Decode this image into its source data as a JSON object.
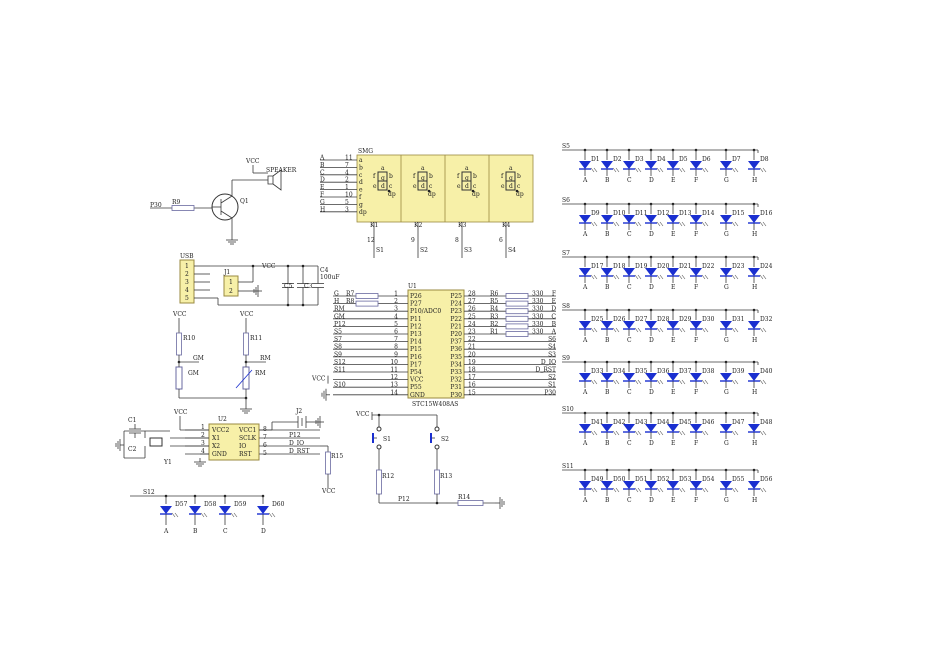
{
  "colors": {
    "wire": "#3a3a3a",
    "net_label": "#7a2a2a",
    "chip_fill": "#f7f0a8",
    "chip_stroke": "#9a8a40",
    "led": "#1a2fd0"
  },
  "segment_display": {
    "ref": "SMG",
    "nets": [
      "A",
      "B",
      "C",
      "D",
      "E",
      "F",
      "G",
      "H"
    ],
    "pin_numbers": [
      "11",
      "7",
      "4",
      "2",
      "1",
      "10",
      "5",
      "3"
    ],
    "segments": [
      "a",
      "b",
      "c",
      "d",
      "e",
      "f",
      "g",
      "dp"
    ],
    "digits": [
      {
        "common": "K1",
        "pin": "12",
        "net": "S1"
      },
      {
        "common": "K2",
        "pin": "9",
        "net": "S2"
      },
      {
        "common": "K3",
        "pin": "8",
        "net": "S3"
      },
      {
        "common": "K4",
        "pin": "6",
        "net": "S4"
      }
    ],
    "digit_segment_labels": [
      "a",
      "b",
      "c",
      "d",
      "e",
      "f",
      "g",
      "dp"
    ]
  },
  "speaker_circuit": {
    "vcc": "VCC",
    "speaker": "SPEAKER",
    "transistor": "Q1",
    "resistor": "R9",
    "input_net": "P30"
  },
  "power": {
    "usb": "USB",
    "usb_pins": [
      "1",
      "2",
      "3",
      "4",
      "5"
    ],
    "jumper": "J1",
    "jumper_pins": [
      "1",
      "2"
    ],
    "vcc": "VCC",
    "caps": [
      "C5",
      "C3",
      "C4"
    ],
    "c4_value": "100uF"
  },
  "sensors": {
    "vcc": "VCC",
    "r10": "R10",
    "r11": "R11",
    "gm_net": "GM",
    "rm_net": "RM",
    "gm_part": "GM",
    "rm_part": "RM"
  },
  "rtc": {
    "ref": "U2",
    "vcc": "VCC",
    "left_pins": [
      {
        "num": "1",
        "name": "VCC2"
      },
      {
        "num": "2",
        "name": "X1"
      },
      {
        "num": "3",
        "name": "X2"
      },
      {
        "num": "4",
        "name": "GND"
      }
    ],
    "right_pins": [
      {
        "num": "8",
        "name": "VCC1",
        "net": ""
      },
      {
        "num": "7",
        "name": "SCLK",
        "net": "P12"
      },
      {
        "num": "6",
        "name": "IO",
        "net": "D_IO"
      },
      {
        "num": "5",
        "name": "RST",
        "net": "D_RST"
      }
    ],
    "c1": "C1",
    "c2": "C2",
    "crystal": "Y1",
    "battery": "J2",
    "r15": "R15",
    "r15_vcc": "VCC"
  },
  "mcu": {
    "ref": "U1",
    "part": "STC15W408AS",
    "left": [
      {
        "num": "1",
        "name": "P26",
        "net": "G",
        "res": "R7"
      },
      {
        "num": "2",
        "name": "P27",
        "net": "H",
        "res": "R8"
      },
      {
        "num": "3",
        "name": "P10/ADC0",
        "net": "RM"
      },
      {
        "num": "4",
        "name": "P11",
        "net": "GM"
      },
      {
        "num": "5",
        "name": "P12",
        "net": "P12"
      },
      {
        "num": "6",
        "name": "P13",
        "net": "S5"
      },
      {
        "num": "7",
        "name": "P14",
        "net": "S7"
      },
      {
        "num": "8",
        "name": "P15",
        "net": "S8"
      },
      {
        "num": "9",
        "name": "P16",
        "net": "S9"
      },
      {
        "num": "10",
        "name": "P17",
        "net": "S12"
      },
      {
        "num": "11",
        "name": "P54",
        "net": "S11"
      },
      {
        "num": "12",
        "name": "VCC",
        "net": "VCC"
      },
      {
        "num": "13",
        "name": "P55",
        "net": "S10"
      },
      {
        "num": "14",
        "name": "GND",
        "net": ""
      }
    ],
    "right": [
      {
        "num": "28",
        "name": "P25",
        "net": "F",
        "res": "R6",
        "val": "330"
      },
      {
        "num": "27",
        "name": "P24",
        "net": "E",
        "res": "R5",
        "val": "330"
      },
      {
        "num": "26",
        "name": "P23",
        "net": "D",
        "res": "R4",
        "val": "330"
      },
      {
        "num": "25",
        "name": "P22",
        "net": "C",
        "res": "R3",
        "val": "330"
      },
      {
        "num": "24",
        "name": "P21",
        "net": "B",
        "res": "R2",
        "val": "330"
      },
      {
        "num": "23",
        "name": "P20",
        "net": "A",
        "res": "R1",
        "val": "330"
      },
      {
        "num": "22",
        "name": "P37",
        "net": "S6"
      },
      {
        "num": "21",
        "name": "P36",
        "net": "S4"
      },
      {
        "num": "20",
        "name": "P35",
        "net": "S3"
      },
      {
        "num": "19",
        "name": "P34",
        "net": "D_IO"
      },
      {
        "num": "18",
        "name": "P33",
        "net": "D_RST"
      },
      {
        "num": "17",
        "name": "P32",
        "net": "S2"
      },
      {
        "num": "16",
        "name": "P31",
        "net": "S1"
      },
      {
        "num": "15",
        "name": "P30",
        "net": "P30"
      }
    ]
  },
  "buttons": {
    "vcc": "VCC",
    "s1": "S1",
    "s2": "S2",
    "r12": "R12",
    "r13": "R13",
    "r14": "R14",
    "net": "P12"
  },
  "led_matrix": {
    "columns": [
      "A",
      "B",
      "C",
      "D",
      "E",
      "F",
      "G",
      "H"
    ],
    "rows": [
      {
        "net": "S5",
        "leds": [
          "D1",
          "D2",
          "D3",
          "D4",
          "D5",
          "D6",
          "D7",
          "D8"
        ]
      },
      {
        "net": "S6",
        "leds": [
          "D9",
          "D10",
          "D11",
          "D12",
          "D13",
          "D14",
          "D15",
          "D16"
        ]
      },
      {
        "net": "S7",
        "leds": [
          "D17",
          "D18",
          "D19",
          "D20",
          "D21",
          "D22",
          "D23",
          "D24"
        ]
      },
      {
        "net": "S8",
        "leds": [
          "D25",
          "D26",
          "D27",
          "D28",
          "D29",
          "D30",
          "D31",
          "D32"
        ]
      },
      {
        "net": "S9",
        "leds": [
          "D33",
          "D34",
          "D35",
          "D36",
          "D37",
          "D38",
          "D39",
          "D40"
        ]
      },
      {
        "net": "S10",
        "leds": [
          "D41",
          "D42",
          "D43",
          "D44",
          "D45",
          "D46",
          "D47",
          "D48"
        ]
      },
      {
        "net": "S11",
        "leds": [
          "D49",
          "D50",
          "D51",
          "D52",
          "D53",
          "D54",
          "D55",
          "D56"
        ]
      }
    ]
  },
  "extra_leds": {
    "net": "S12",
    "leds": [
      "D57",
      "D58",
      "D59",
      "D60"
    ],
    "columns": [
      "A",
      "B",
      "C",
      "D"
    ]
  }
}
